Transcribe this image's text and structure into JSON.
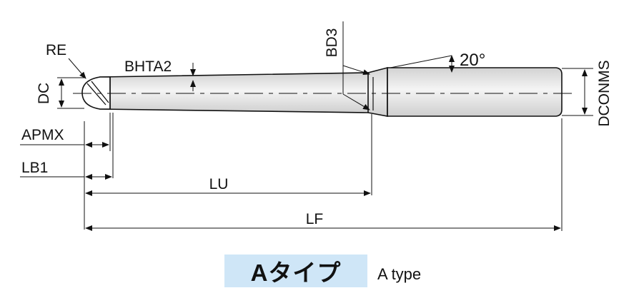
{
  "labels": {
    "re": "RE",
    "bhta2": "BHTA2",
    "bd3": "BD3",
    "angle": "20°",
    "dc": "DC",
    "dconms": "DCONMS",
    "apmx": "APMX",
    "lb1": "LB1",
    "lu": "LU",
    "lf": "LF"
  },
  "caption": {
    "main": "Aタイプ",
    "sub": "A type",
    "box_color": "#cfe6f7"
  },
  "colors": {
    "tool_body": "#e3e3e3",
    "outline": "#111111"
  }
}
